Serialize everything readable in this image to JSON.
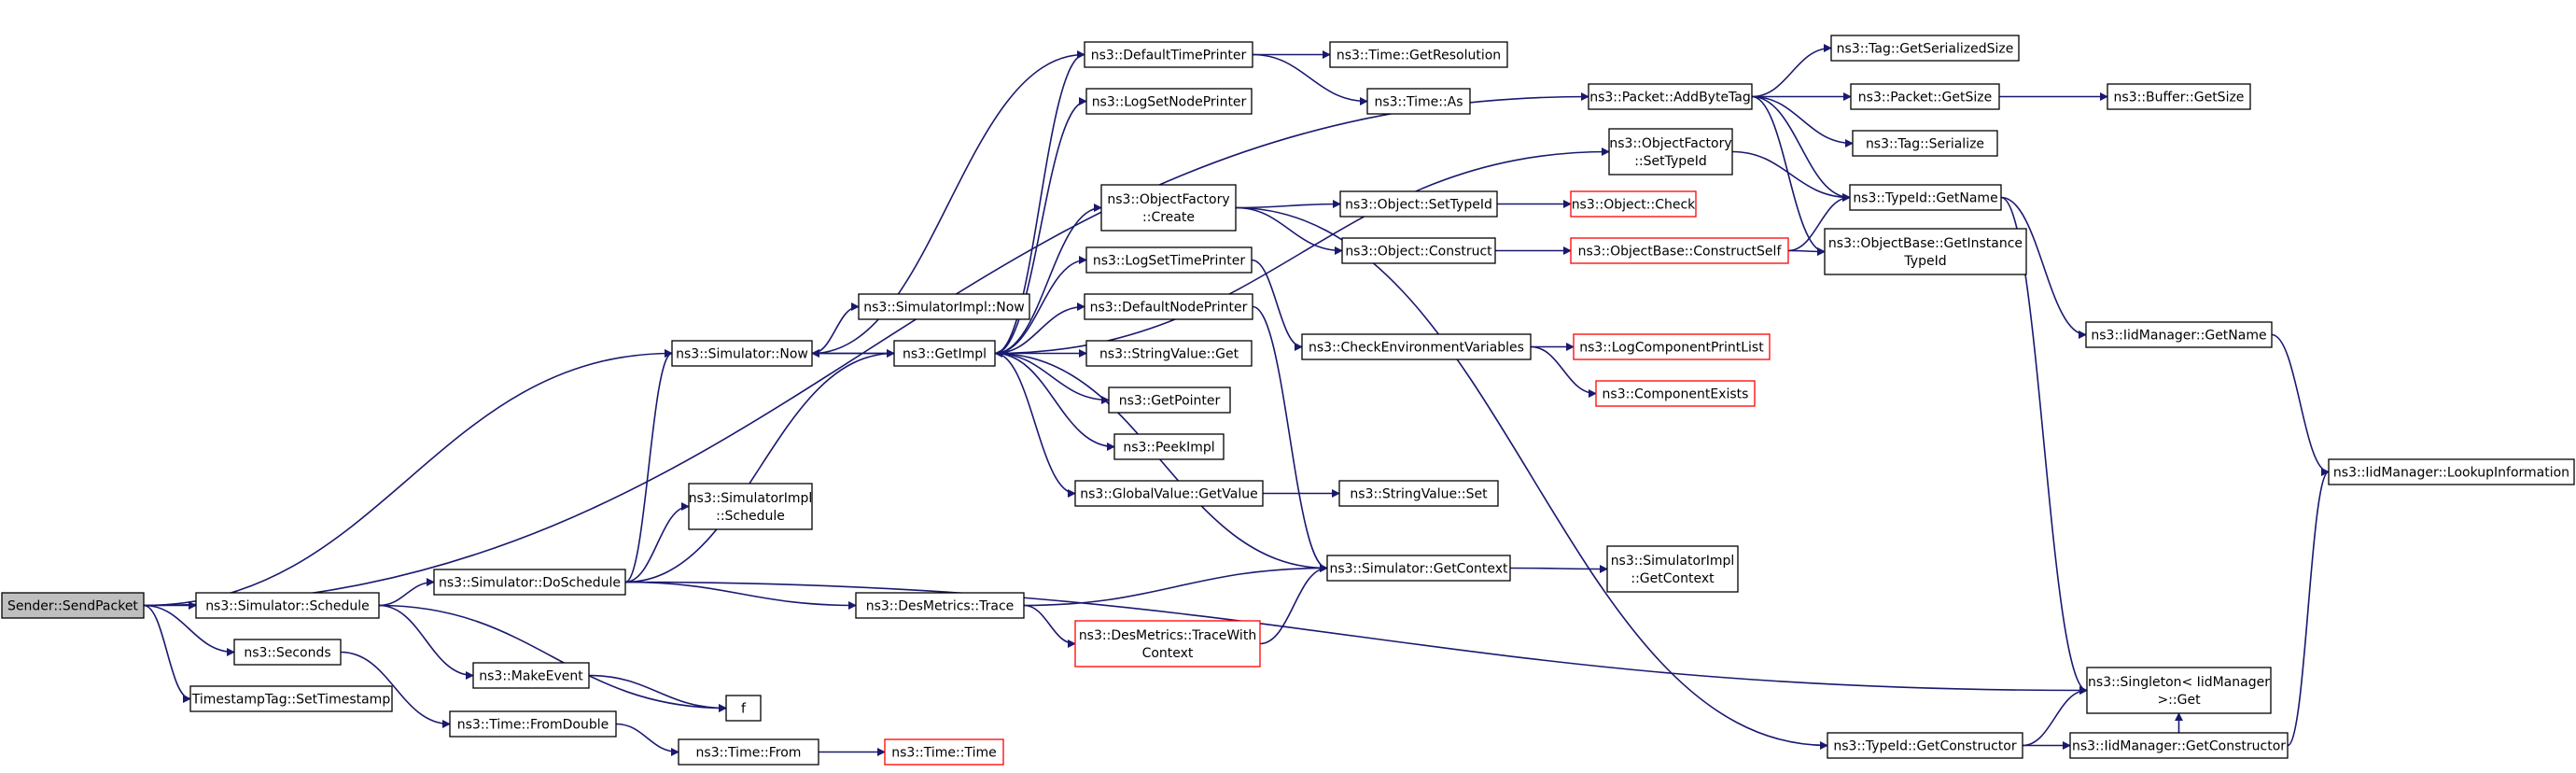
{
  "colors": {
    "edge": "#191970",
    "node_border": "#000000",
    "node_fill": "#ffffff",
    "root_fill": "#bfbfbf",
    "truncated_border": "#ff0000"
  },
  "nodes": [
    {
      "id": "sendpacket",
      "lines": [
        "Sender::SendPacket"
      ],
      "root": true
    },
    {
      "id": "schedule",
      "lines": [
        "ns3::Simulator::Schedule"
      ]
    },
    {
      "id": "seconds",
      "lines": [
        "ns3::Seconds"
      ]
    },
    {
      "id": "settimestamp",
      "lines": [
        "TimestampTag::SetTimestamp"
      ]
    },
    {
      "id": "now",
      "lines": [
        "ns3::Simulator::Now"
      ]
    },
    {
      "id": "doschedule",
      "lines": [
        "ns3::Simulator::DoSchedule"
      ]
    },
    {
      "id": "makeevent",
      "lines": [
        "ns3::MakeEvent"
      ]
    },
    {
      "id": "f",
      "lines": [
        "f"
      ]
    },
    {
      "id": "fromdouble",
      "lines": [
        "ns3::Time::FromDouble"
      ]
    },
    {
      "id": "from",
      "lines": [
        "ns3::Time::From"
      ]
    },
    {
      "id": "time",
      "lines": [
        "ns3::Time::Time"
      ],
      "truncated": true
    },
    {
      "id": "simimplnow",
      "lines": [
        "ns3::SimulatorImpl::Now"
      ]
    },
    {
      "id": "getimpl",
      "lines": [
        "ns3::GetImpl"
      ]
    },
    {
      "id": "simimplschedule",
      "lines": [
        "ns3::SimulatorImpl",
        "::Schedule"
      ]
    },
    {
      "id": "desmetricstrace",
      "lines": [
        "ns3::DesMetrics::Trace"
      ]
    },
    {
      "id": "tracewithcontext",
      "lines": [
        "ns3::DesMetrics::TraceWith",
        "Context"
      ],
      "truncated": true
    },
    {
      "id": "defaulttimeprinter",
      "lines": [
        "ns3::DefaultTimePrinter"
      ]
    },
    {
      "id": "lognodeprinter",
      "lines": [
        "ns3::LogSetNodePrinter"
      ]
    },
    {
      "id": "ofcreate",
      "lines": [
        "ns3::ObjectFactory",
        "::Create"
      ]
    },
    {
      "id": "logtimeprinter",
      "lines": [
        "ns3::LogSetTimePrinter"
      ]
    },
    {
      "id": "defaultnodeprinter",
      "lines": [
        "ns3::DefaultNodePrinter"
      ]
    },
    {
      "id": "stringvalueget",
      "lines": [
        "ns3::StringValue::Get"
      ]
    },
    {
      "id": "getpointer",
      "lines": [
        "ns3::GetPointer"
      ]
    },
    {
      "id": "peekimpl",
      "lines": [
        "ns3::PeekImpl"
      ]
    },
    {
      "id": "globalvalue",
      "lines": [
        "ns3::GlobalValue::GetValue"
      ]
    },
    {
      "id": "getresolution",
      "lines": [
        "ns3::Time::GetResolution"
      ]
    },
    {
      "id": "timeas",
      "lines": [
        "ns3::Time::As"
      ]
    },
    {
      "id": "settypeid",
      "lines": [
        "ns3::Object::SetTypeId"
      ]
    },
    {
      "id": "construct",
      "lines": [
        "ns3::Object::Construct"
      ]
    },
    {
      "id": "checkenv",
      "lines": [
        "ns3::CheckEnvironmentVariables"
      ]
    },
    {
      "id": "stringvalueset",
      "lines": [
        "ns3::StringValue::Set"
      ]
    },
    {
      "id": "getcontext",
      "lines": [
        "ns3::Simulator::GetContext"
      ]
    },
    {
      "id": "addbytetag",
      "lines": [
        "ns3::Packet::AddByteTag"
      ]
    },
    {
      "id": "ofsettypeid",
      "lines": [
        "ns3::ObjectFactory",
        "::SetTypeId"
      ]
    },
    {
      "id": "objcheck",
      "lines": [
        "ns3::Object::Check"
      ],
      "truncated": true
    },
    {
      "id": "constructself",
      "lines": [
        "ns3::ObjectBase::ConstructSelf"
      ],
      "truncated": true
    },
    {
      "id": "logcomplist",
      "lines": [
        "ns3::LogComponentPrintList"
      ],
      "truncated": true
    },
    {
      "id": "compexists",
      "lines": [
        "ns3::ComponentExists"
      ],
      "truncated": true
    },
    {
      "id": "simimplgetcontext",
      "lines": [
        "ns3::SimulatorImpl",
        "::GetContext"
      ]
    },
    {
      "id": "getserializedsize",
      "lines": [
        "ns3::Tag::GetSerializedSize"
      ]
    },
    {
      "id": "packetgetsize",
      "lines": [
        "ns3::Packet::GetSize"
      ]
    },
    {
      "id": "tagserialize",
      "lines": [
        "ns3::Tag::Serialize"
      ]
    },
    {
      "id": "typeidgetname",
      "lines": [
        "ns3::TypeId::GetName"
      ]
    },
    {
      "id": "getinstancetypeid",
      "lines": [
        "ns3::ObjectBase::GetInstance",
        "TypeId"
      ]
    },
    {
      "id": "typeidgetconstructor",
      "lines": [
        "ns3::TypeId::GetConstructor"
      ]
    },
    {
      "id": "buffergetsize",
      "lines": [
        "ns3::Buffer::GetSize"
      ]
    },
    {
      "id": "iidgetname",
      "lines": [
        "ns3::IidManager::GetName"
      ]
    },
    {
      "id": "singletonget",
      "lines": [
        "ns3::Singleton< IidManager",
        " >::Get"
      ]
    },
    {
      "id": "iidgetconstructor",
      "lines": [
        "ns3::IidManager::GetConstructor"
      ]
    },
    {
      "id": "lookupinfo",
      "lines": [
        "ns3::IidManager::LookupInformation"
      ]
    }
  ],
  "edges": [
    [
      "sendpacket",
      "schedule"
    ],
    [
      "sendpacket",
      "seconds"
    ],
    [
      "sendpacket",
      "settimestamp"
    ],
    [
      "sendpacket",
      "now"
    ],
    [
      "sendpacket",
      "addbytetag"
    ],
    [
      "schedule",
      "doschedule"
    ],
    [
      "schedule",
      "makeevent"
    ],
    [
      "schedule",
      "f"
    ],
    [
      "seconds",
      "fromdouble"
    ],
    [
      "makeevent",
      "f"
    ],
    [
      "fromdouble",
      "from"
    ],
    [
      "from",
      "time"
    ],
    [
      "doschedule",
      "now"
    ],
    [
      "doschedule",
      "simimplschedule"
    ],
    [
      "doschedule",
      "getimpl"
    ],
    [
      "doschedule",
      "desmetricstrace"
    ],
    [
      "doschedule",
      "singletonget"
    ],
    [
      "now",
      "simimplnow"
    ],
    [
      "now",
      "getimpl"
    ],
    [
      "desmetricstrace",
      "getcontext"
    ],
    [
      "desmetricstrace",
      "tracewithcontext"
    ],
    [
      "tracewithcontext",
      "getcontext"
    ],
    [
      "getimpl",
      "defaulttimeprinter"
    ],
    [
      "getimpl",
      "lognodeprinter"
    ],
    [
      "getimpl",
      "ofcreate"
    ],
    [
      "getimpl",
      "logtimeprinter"
    ],
    [
      "getimpl",
      "defaultnodeprinter"
    ],
    [
      "getimpl",
      "stringvalueget"
    ],
    [
      "getimpl",
      "getpointer"
    ],
    [
      "getimpl",
      "peekimpl"
    ],
    [
      "getimpl",
      "globalvalue"
    ],
    [
      "getimpl",
      "now"
    ],
    [
      "getimpl",
      "ofsettypeid"
    ],
    [
      "getcontext",
      "getimpl"
    ],
    [
      "defaulttimeprinter",
      "getresolution"
    ],
    [
      "defaulttimeprinter",
      "timeas"
    ],
    [
      "defaulttimeprinter",
      "now"
    ],
    [
      "ofcreate",
      "settypeid"
    ],
    [
      "ofcreate",
      "construct"
    ],
    [
      "ofcreate",
      "typeidgetconstructor"
    ],
    [
      "logtimeprinter",
      "checkenv"
    ],
    [
      "defaultnodeprinter",
      "getcontext"
    ],
    [
      "globalvalue",
      "stringvalueset"
    ],
    [
      "settypeid",
      "objcheck"
    ],
    [
      "construct",
      "constructself"
    ],
    [
      "checkenv",
      "logcomplist"
    ],
    [
      "checkenv",
      "compexists"
    ],
    [
      "getcontext",
      "simimplgetcontext"
    ],
    [
      "addbytetag",
      "getserializedsize"
    ],
    [
      "addbytetag",
      "packetgetsize"
    ],
    [
      "addbytetag",
      "tagserialize"
    ],
    [
      "addbytetag",
      "typeidgetname"
    ],
    [
      "addbytetag",
      "getinstancetypeid"
    ],
    [
      "ofsettypeid",
      "typeidgetname"
    ],
    [
      "constructself",
      "typeidgetname"
    ],
    [
      "constructself",
      "getinstancetypeid"
    ],
    [
      "packetgetsize",
      "buffergetsize"
    ],
    [
      "typeidgetname",
      "iidgetname"
    ],
    [
      "typeidgetname",
      "singletonget"
    ],
    [
      "iidgetname",
      "lookupinfo"
    ],
    [
      "typeidgetconstructor",
      "singletonget"
    ],
    [
      "typeidgetconstructor",
      "iidgetconstructor"
    ],
    [
      "iidgetconstructor",
      "singletonget"
    ],
    [
      "iidgetconstructor",
      "lookupinfo"
    ]
  ]
}
